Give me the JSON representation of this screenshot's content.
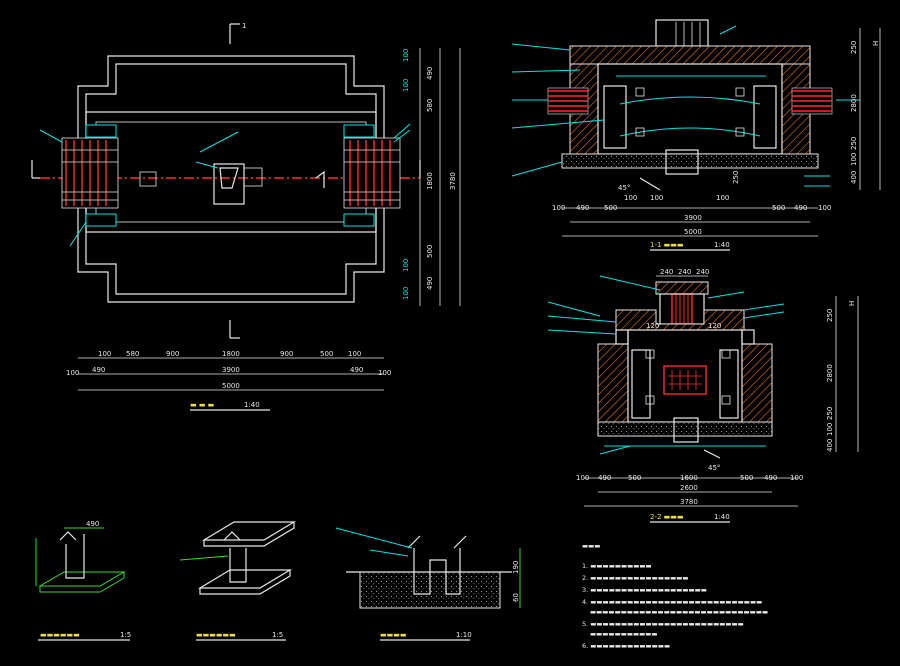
{
  "plan": {
    "section_mark": "1",
    "dims_top": [
      "100",
      "580",
      "900",
      "1800",
      "900",
      "500",
      "100"
    ],
    "dims_mid": [
      "490",
      "3900",
      "490"
    ],
    "overall": "5000",
    "left_100": "100",
    "right_100": "100",
    "vdims": [
      "100",
      "490",
      "580",
      "1800",
      "500",
      "490",
      "100"
    ],
    "v_overall": "3780",
    "scale": "1:40"
  },
  "section1": {
    "dims_a": [
      "100",
      "490",
      "500",
      "500",
      "490",
      "100"
    ],
    "dim_total": "3900",
    "dim_overall": "5000",
    "dims_small": [
      "100",
      "100",
      "100"
    ],
    "right_dims": [
      "H",
      "250",
      "2800",
      "250",
      "100",
      "400"
    ],
    "angle": "45°",
    "label_250": "250",
    "scale": "1:40"
  },
  "section2": {
    "top_dims": [
      "240",
      "240",
      "240"
    ],
    "right_dims": [
      "H",
      "250",
      "2800",
      "250",
      "100",
      "400"
    ],
    "dims_120a": "120",
    "dims_120b": "120",
    "row_a": [
      "100",
      "490",
      "500",
      "1600",
      "500",
      "490",
      "100"
    ],
    "row_b": "2600",
    "row_c": "3780",
    "angle": "45°",
    "scale": "1:40"
  },
  "details": {
    "d1_dim": "490",
    "d1_scale": "1:5",
    "d2_scale": "1:5",
    "d3_dim_h": "190",
    "d3_dim_b": "60",
    "d3_scale": "1:10"
  },
  "colors": {
    "line": "#e8e8e8",
    "dim": "#00e5e5",
    "rebar": "#ff2a2a",
    "detail": "#2ee02e",
    "hatch": "#f07818",
    "text_yellow": "#f0e040"
  }
}
